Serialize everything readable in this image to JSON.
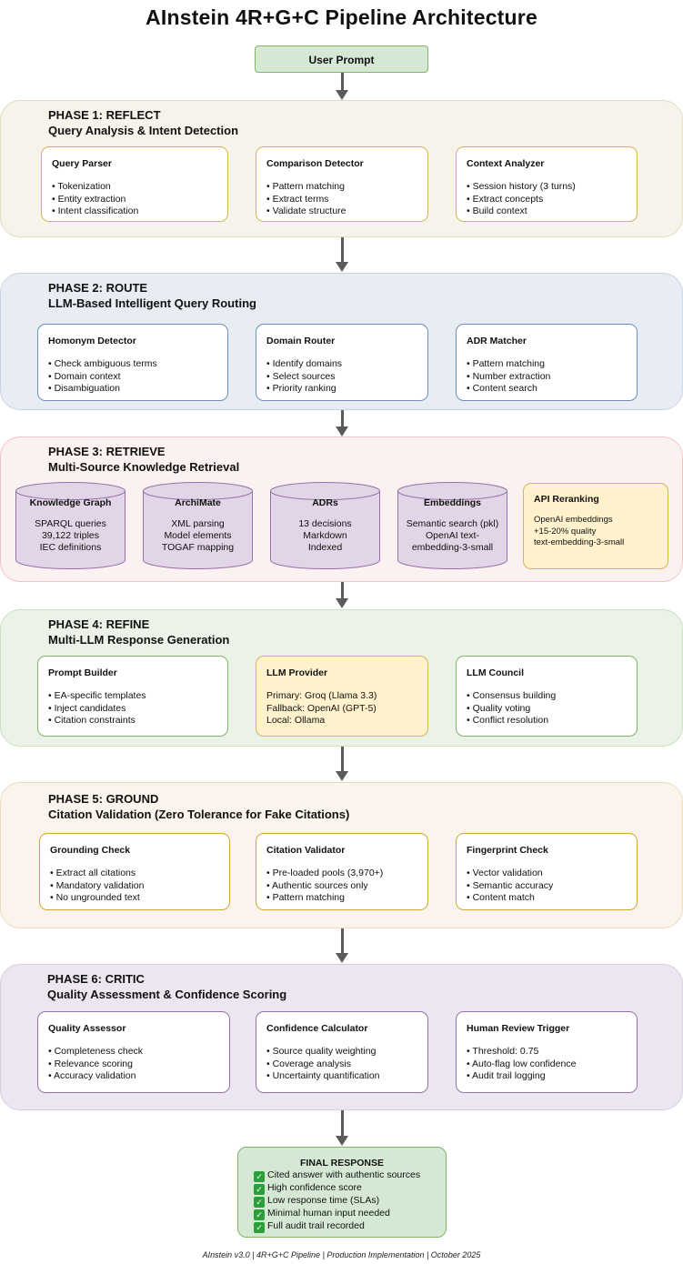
{
  "title": "AInstein 4R+G+C Pipeline Architecture",
  "user_prompt": "User Prompt",
  "phases": [
    {
      "title": "PHASE 1: REFLECT",
      "subtitle": "Query Analysis & Intent Detection",
      "boxes": [
        {
          "title": "Query Parser",
          "items": [
            "Tokenization",
            "Entity extraction",
            "Intent classification"
          ]
        },
        {
          "title": "Comparison Detector",
          "items": [
            "Pattern matching",
            "Extract terms",
            "Validate structure"
          ]
        },
        {
          "title": "Context Analyzer",
          "items": [
            "Session history (3 turns)",
            "Extract concepts",
            "Build context"
          ]
        }
      ]
    },
    {
      "title": "PHASE 2: ROUTE",
      "subtitle": "LLM-Based Intelligent Query Routing",
      "boxes": [
        {
          "title": "Homonym Detector",
          "items": [
            "Check ambiguous terms",
            "Domain context",
            "Disambiguation"
          ]
        },
        {
          "title": "Domain Router",
          "items": [
            "Identify domains",
            "Select sources",
            "Priority ranking"
          ]
        },
        {
          "title": "ADR Matcher",
          "items": [
            "Pattern matching",
            "Number extraction",
            "Content search"
          ]
        }
      ]
    },
    {
      "title": "PHASE 3: RETRIEVE",
      "subtitle": "Multi-Source Knowledge Retrieval",
      "sources": [
        {
          "title": "Knowledge Graph",
          "lines": [
            "SPARQL queries",
            "39,122 triples",
            "IEC definitions"
          ]
        },
        {
          "title": "ArchiMate",
          "lines": [
            "XML parsing",
            "Model elements",
            "TOGAF mapping"
          ]
        },
        {
          "title": "ADRs",
          "lines": [
            "13 decisions",
            "Markdown",
            "Indexed"
          ]
        },
        {
          "title": "Embeddings",
          "lines": [
            "Semantic search (pkl)",
            "OpenAI text-",
            "embedding-3-small"
          ]
        }
      ],
      "rerank": {
        "title": "API Reranking",
        "lines": [
          "OpenAI embeddings",
          "+15-20% quality",
          "text-embedding-3-small"
        ]
      }
    },
    {
      "title": "PHASE 4: REFINE",
      "subtitle": "Multi-LLM Response Generation",
      "boxes": [
        {
          "title": "Prompt Builder",
          "items": [
            "EA-specific templates",
            "Inject candidates",
            "Citation constraints"
          ]
        },
        {
          "title": "LLM Provider",
          "lines": [
            "Primary: Groq (Llama 3.3)",
            "Fallback: OpenAI (GPT-5)",
            "Local: Ollama"
          ]
        },
        {
          "title": "LLM Council",
          "items": [
            "Consensus building",
            "Quality voting",
            "Conflict resolution"
          ]
        }
      ]
    },
    {
      "title": "PHASE 5: GROUND",
      "subtitle": "Citation Validation (Zero Tolerance for Fake Citations)",
      "boxes": [
        {
          "title": "Grounding Check",
          "items": [
            "Extract all citations",
            "Mandatory validation",
            "No ungrounded text"
          ]
        },
        {
          "title": "Citation Validator",
          "items": [
            "Pre-loaded pools (3,970+)",
            "Authentic sources only",
            "Pattern matching"
          ]
        },
        {
          "title": "Fingerprint Check",
          "items": [
            "Vector validation",
            "Semantic accuracy",
            "Content match"
          ]
        }
      ]
    },
    {
      "title": "PHASE 6: CRITIC",
      "subtitle": "Quality Assessment & Confidence Scoring",
      "boxes": [
        {
          "title": "Quality Assessor",
          "items": [
            "Completeness check",
            "Relevance scoring",
            "Accuracy validation"
          ]
        },
        {
          "title": "Confidence Calculator",
          "items": [
            "Source quality weighting",
            "Coverage analysis",
            "Uncertainty quantification"
          ]
        },
        {
          "title": "Human Review Trigger",
          "items": [
            "Threshold: 0.75",
            "Auto-flag low confidence",
            "Audit trail logging"
          ]
        }
      ]
    }
  ],
  "final": {
    "title": "FINAL RESPONSE",
    "items": [
      "Cited answer with authentic sources",
      "High confidence score",
      "Low response time (SLAs)",
      "Minimal human input needed",
      "Full audit trail recorded"
    ]
  },
  "footer": "AInstein v3.0 | 4R+G+C Pipeline | Production Implementation | October 2025",
  "colors": {
    "reflect_bg": "#f5f3ea",
    "reflect_border": "#d6b656",
    "route_bg": "#e8edf4",
    "route_border": "#6c8ebf",
    "retrieve_bg": "#fcf1f1",
    "retrieve_border": "#f0b0b0",
    "cylinder": "#e1d5e7",
    "cylinder_border": "#9673a6",
    "refine_bg": "#ebf3e8",
    "refine_border": "#82b366",
    "llm_provider": "#fff2cc",
    "ground_bg": "#fbf4ec",
    "ground_border": "#d6b656",
    "critic_bg": "#ece6f0",
    "critic_border": "#9673a6",
    "prompt_bg": "#d5e8d4"
  }
}
